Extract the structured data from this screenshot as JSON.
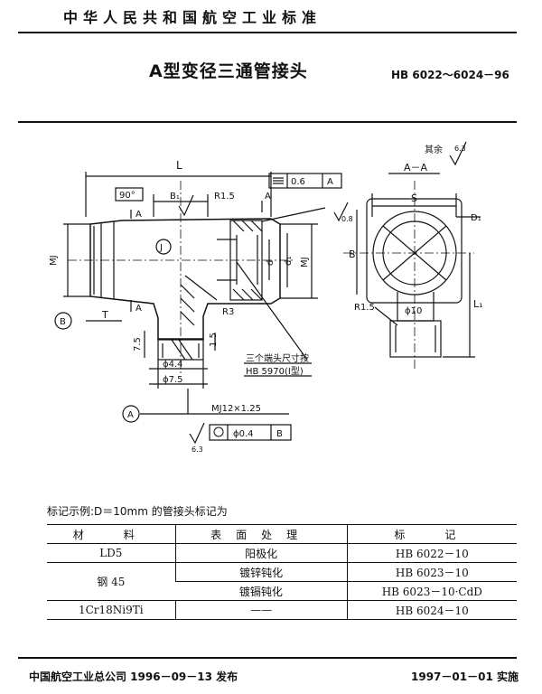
{
  "header": {
    "org_title": "中华人民共和国航空工业标准",
    "doc_title": "A型变径三通管接头",
    "std_code": "HB 6022～6024－96"
  },
  "drawing": {
    "roughness_rest": "其余",
    "roughness_value_main": "6.3",
    "roughness_value_side": "0.8",
    "roughness_value_bottom": "6.3",
    "section_label": "A－A",
    "dim_L": "L",
    "dim_B1": "B₁",
    "dim_R15_top": "R1.5",
    "dim_A_top": "A",
    "dim_A_left": "A",
    "dim_A_lower": "A",
    "angle_90": "90°",
    "flatness_value": "0.6",
    "flatness_datum": "A",
    "dim_MJ_left": "MJ",
    "dim_MJ_right": "MJ",
    "dim_d": "d",
    "dim_d1": "d₁",
    "circle_J": "J",
    "datum_B_left": "B",
    "dim_T": "T",
    "dim_R3": "R3",
    "dim_75": "7.5",
    "dim_15": "1.5",
    "dim_phi44": "ϕ4.4",
    "dim_phi75": "ϕ7.5",
    "note_line1": "三个端头尺寸按",
    "note_line2": "HB 5970(Ⅰ型)",
    "thread_mj12": "MJ12×1.25",
    "datum_A_bottom": "A",
    "position_value": "ϕ0.4",
    "position_datum": "B",
    "dim_S": "S",
    "dim_D1": "D₁",
    "dim_B": "B",
    "dim_L1": "L₁",
    "dim_R15_right": "R1.5",
    "dim_phi10": "ϕ10"
  },
  "example_text": "标记示例:D＝10mm 的管接头标记为",
  "table": {
    "headers": [
      "材　料",
      "表面处理",
      "标　记"
    ],
    "rows": [
      {
        "material": "LD5",
        "coating": "阳极化",
        "mark": "HB 6022－10"
      },
      {
        "material": "钢 45",
        "coating": "镀锌钝化",
        "mark": "HB 6023－10"
      },
      {
        "material": "",
        "coating": "镀镉钝化",
        "mark": "HB 6023－10·CdD"
      },
      {
        "material": "1Cr18Ni9Ti",
        "coating": "——",
        "mark": "HB 6024－10"
      }
    ]
  },
  "footer": {
    "left": "中国航空工业总公司 1996－09－13 发布",
    "right": "1997－01－01 实施"
  }
}
